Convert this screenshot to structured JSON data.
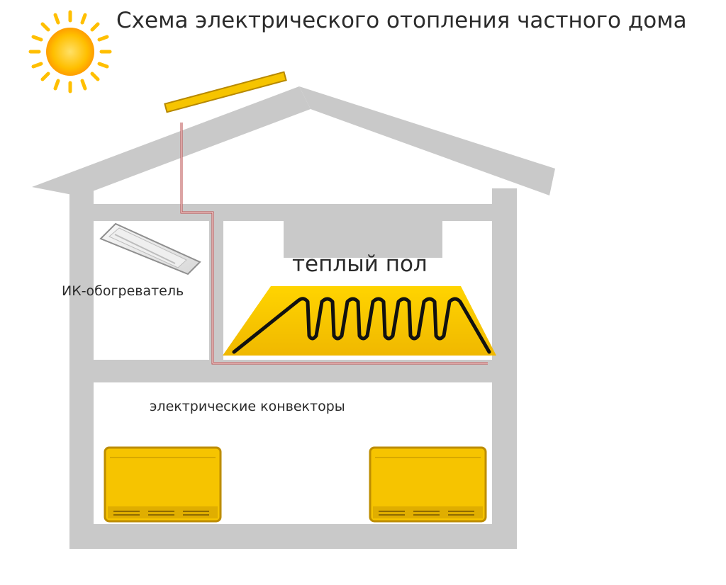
{
  "title": "Схема электрического отопления частного дома",
  "labels": {
    "ir_heater": "ИК-обогреватель",
    "warm_floor": "теплый пол",
    "convectors": "электрические конвекторы"
  },
  "icons": {
    "sun": "sun-icon",
    "panel": "solar-panel-icon",
    "ir_heater": "ir-heater-icon",
    "warm_floor": "warm-floor-icon",
    "convector": "convector-icon"
  },
  "colors": {
    "house_wall": "#c9c9c9",
    "yellow": "#f6c400",
    "dark_yellow": "#d39e00",
    "sun": "#ffb300",
    "cable_red": "#ce3b3b",
    "text": "#2b2b2b"
  }
}
